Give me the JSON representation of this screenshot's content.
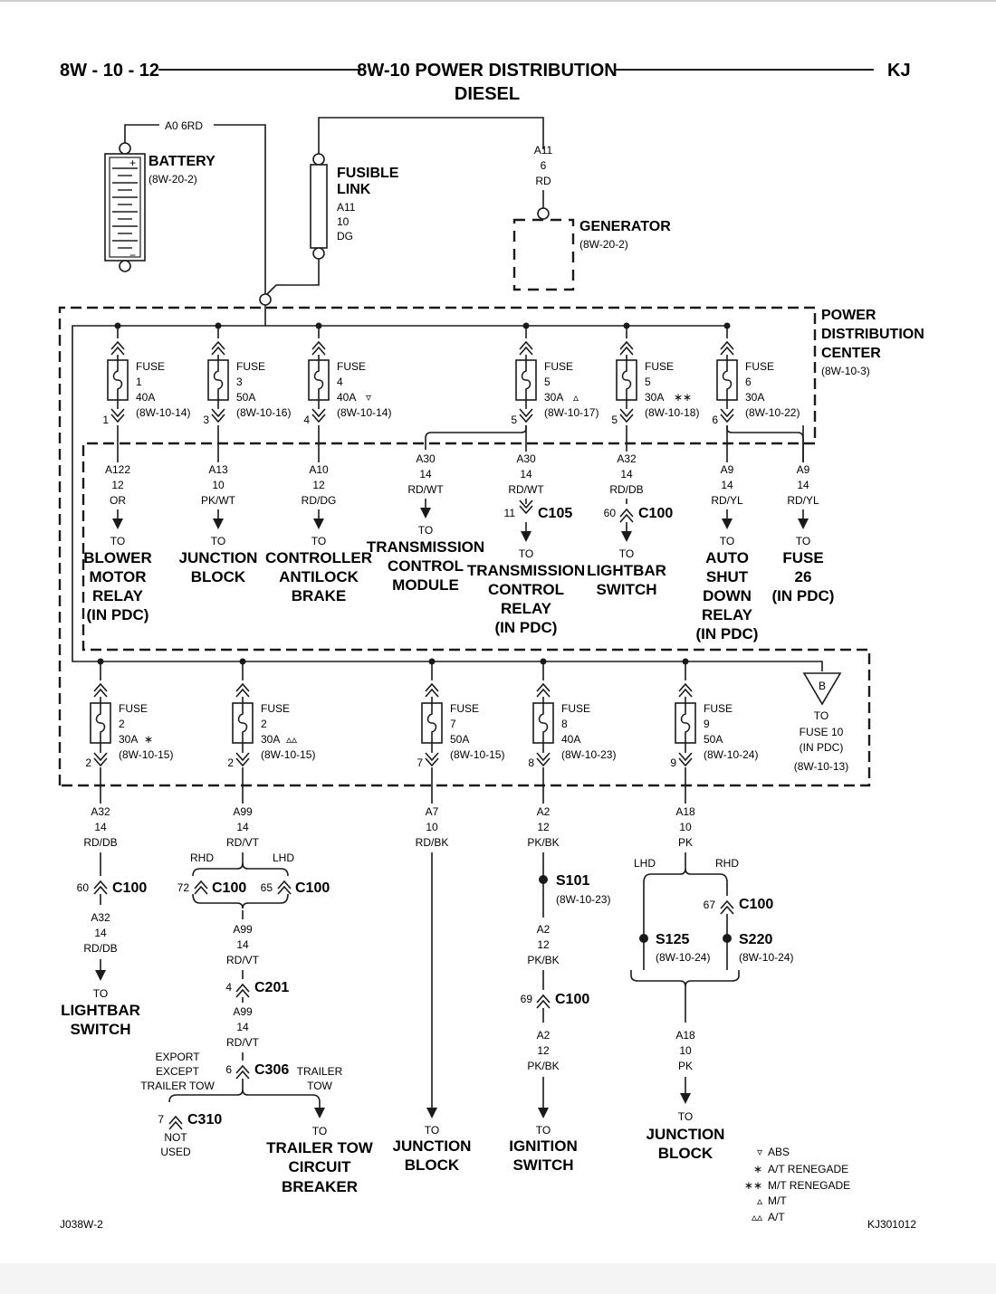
{
  "header": {
    "page_ref": "8W - 10 - 12",
    "title": "8W-10 POWER DISTRIBUTION",
    "subtitle": "DIESEL",
    "model": "KJ"
  },
  "battery": {
    "label": "BATTERY",
    "ref": "(8W-20-2)",
    "wire": "A0  6RD",
    "plus": "+",
    "minus": "−"
  },
  "fusible_link": {
    "label1": "FUSIBLE",
    "label2": "LINK",
    "circuit": "A11",
    "gauge": "10",
    "color": "DG"
  },
  "generator": {
    "label": "GENERATOR",
    "ref": "(8W-20-2)",
    "circuit": "A11",
    "gauge": "6",
    "color": "RD"
  },
  "pdc": {
    "line1": "POWER",
    "line2": "DISTRIBUTION",
    "line3": "CENTER",
    "ref": "(8W-10-3)"
  },
  "top_fuses": [
    {
      "fuse": "FUSE",
      "num": "1",
      "amp": "40A",
      "mark": "",
      "ref": "(8W-10-14)",
      "pin": "1"
    },
    {
      "fuse": "FUSE",
      "num": "3",
      "amp": "50A",
      "mark": "",
      "ref": "(8W-10-16)",
      "pin": "3"
    },
    {
      "fuse": "FUSE",
      "num": "4",
      "amp": "40A",
      "mark": "▿",
      "ref": "(8W-10-14)",
      "pin": "4"
    },
    {
      "fuse": "FUSE",
      "num": "5",
      "amp": "30A",
      "mark": "▵",
      "ref": "(8W-10-17)",
      "pin": "5"
    },
    {
      "fuse": "FUSE",
      "num": "5",
      "amp": "30A",
      "mark": "∗∗",
      "ref": "(8W-10-18)",
      "pin": "5"
    },
    {
      "fuse": "FUSE",
      "num": "6",
      "amp": "30A",
      "mark": "",
      "ref": "(8W-10-22)",
      "pin": "6"
    }
  ],
  "top_outputs": [
    {
      "circuit": "A122",
      "gauge": "12",
      "color": "OR",
      "conn_pin": "",
      "conn": "",
      "to": "TO",
      "dest": [
        "BLOWER",
        "MOTOR",
        "RELAY",
        "(IN PDC)"
      ]
    },
    {
      "circuit": "A13",
      "gauge": "10",
      "color": "PK/WT",
      "conn_pin": "",
      "conn": "",
      "to": "TO",
      "dest": [
        "JUNCTION",
        "BLOCK"
      ]
    },
    {
      "circuit": "A10",
      "gauge": "12",
      "color": "RD/DG",
      "conn_pin": "",
      "conn": "",
      "to": "TO",
      "dest": [
        "CONTROLLER",
        "ANTILOCK",
        "BRAKE"
      ]
    },
    {
      "circuit": "A30",
      "gauge": "14",
      "color": "RD/WT",
      "conn_pin": "",
      "conn": "",
      "to": "TO",
      "dest": [
        "TRANSMISSION",
        "CONTROL",
        "MODULE"
      ]
    },
    {
      "circuit": "A30",
      "gauge": "14",
      "color": "RD/WT",
      "conn_pin": "11",
      "conn": "C105",
      "to": "TO",
      "dest": [
        "TRANSMISSION",
        "CONTROL",
        "RELAY",
        "(IN PDC)"
      ]
    },
    {
      "circuit": "A32",
      "gauge": "14",
      "color": "RD/DB",
      "conn_pin": "60",
      "conn": "C100",
      "to": "TO",
      "dest": [
        "LIGHTBAR",
        "SWITCH"
      ]
    },
    {
      "circuit": "A9",
      "gauge": "14",
      "color": "RD/YL",
      "conn_pin": "",
      "conn": "",
      "to": "TO",
      "dest": [
        "AUTO",
        "SHUT",
        "DOWN",
        "RELAY",
        "(IN PDC)"
      ]
    },
    {
      "circuit": "A9",
      "gauge": "14",
      "color": "RD/YL",
      "conn_pin": "",
      "conn": "",
      "to": "TO",
      "dest": [
        "FUSE",
        "26",
        "(IN PDC)"
      ]
    }
  ],
  "bottom_fuses": [
    {
      "fuse": "FUSE",
      "num": "2",
      "amp": "30A",
      "mark": "∗",
      "ref": "(8W-10-15)",
      "pin": "2"
    },
    {
      "fuse": "FUSE",
      "num": "2",
      "amp": "30A",
      "mark": "▵▵",
      "ref": "(8W-10-15)",
      "pin": "2"
    },
    {
      "fuse": "FUSE",
      "num": "7",
      "amp": "50A",
      "mark": "",
      "ref": "(8W-10-15)",
      "pin": "7"
    },
    {
      "fuse": "FUSE",
      "num": "8",
      "amp": "40A",
      "mark": "",
      "ref": "(8W-10-23)",
      "pin": "8"
    },
    {
      "fuse": "FUSE",
      "num": "9",
      "amp": "50A",
      "mark": "",
      "ref": "(8W-10-24)",
      "pin": "9"
    }
  ],
  "offpage": {
    "letter": "B",
    "to": "TO",
    "line1": "FUSE 10",
    "line2": "(IN PDC)",
    "ref": "(8W-10-13)"
  },
  "col1": {
    "circuit": "A32",
    "gauge": "14",
    "color": "RD/DB",
    "pin": "60",
    "conn": "C100",
    "circuit2": "A32",
    "gauge2": "14",
    "color2": "RD/DB",
    "to": "TO",
    "dest": [
      "LIGHTBAR",
      "SWITCH"
    ]
  },
  "col2": {
    "circuit": "A99",
    "gauge": "14",
    "color": "RD/VT",
    "rhd": "RHD",
    "lhd": "LHD",
    "pin_a": "72",
    "conn_a": "C100",
    "pin_b": "65",
    "conn_b": "C100",
    "circuit2": "A99",
    "gauge2": "14",
    "color2": "RD/VT",
    "pin_c": "4",
    "conn_c": "C201",
    "circuit3": "A99",
    "gauge3": "14",
    "color3": "RD/VT",
    "export": [
      "EXPORT",
      "EXCEPT",
      "TRAILER TOW"
    ],
    "pin_d": "6",
    "conn_d": "C306",
    "trailer": [
      "TRAILER",
      "TOW"
    ],
    "pin_e": "7",
    "conn_e": "C310",
    "notused": [
      "NOT",
      "USED"
    ],
    "to": "TO",
    "dest": [
      "TRAILER TOW",
      "CIRCUIT",
      "BREAKER"
    ]
  },
  "col3": {
    "circuit": "A7",
    "gauge": "10",
    "color": "RD/BK",
    "to": "TO",
    "dest": [
      "JUNCTION",
      "BLOCK"
    ]
  },
  "col4": {
    "circuit": "A2",
    "gauge": "12",
    "color": "PK/BK",
    "splice": "S101",
    "splice_ref": "(8W-10-23)",
    "circuit2": "A2",
    "gauge2": "12",
    "color2": "PK/BK",
    "pin": "69",
    "conn": "C100",
    "circuit3": "A2",
    "gauge3": "12",
    "color3": "PK/BK",
    "to": "TO",
    "dest": [
      "IGNITION",
      "SWITCH"
    ]
  },
  "col5": {
    "circuit": "A18",
    "gauge": "10",
    "color": "PK",
    "lhd": "LHD",
    "rhd": "RHD",
    "pin": "67",
    "conn": "C100",
    "splice_l": "S125",
    "ref_l": "(8W-10-24)",
    "splice_r": "S220",
    "ref_r": "(8W-10-24)",
    "circuit2": "A18",
    "gauge2": "10",
    "color2": "PK",
    "to": "TO",
    "dest": [
      "JUNCTION",
      "BLOCK"
    ]
  },
  "legend": [
    {
      "sym": "▿",
      "text": "ABS"
    },
    {
      "sym": "∗",
      "text": "A/T RENEGADE"
    },
    {
      "sym": "∗∗",
      "text": "M/T RENEGADE"
    },
    {
      "sym": "▵",
      "text": "M/T"
    },
    {
      "sym": "▵▵",
      "text": "A/T"
    }
  ],
  "footer": {
    "left": "J038W-2",
    "right": "KJ301012"
  }
}
